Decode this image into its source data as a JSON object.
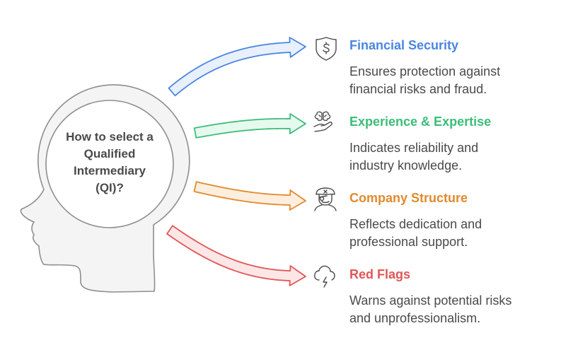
{
  "center": {
    "lines": [
      "How to select a",
      "Qualified",
      "Intermediary",
      "(QI)?"
    ]
  },
  "colors": {
    "blue": "#4a86e0",
    "green": "#3cbd78",
    "orange": "#e08a2e",
    "red": "#e05656",
    "text": "#4a4a4a",
    "head_fill": "#f4f4f4",
    "head_stroke": "#8e8e8e"
  },
  "items": [
    {
      "title": "Financial Security",
      "description": [
        "Ensures protection against",
        "financial risks and fraud."
      ],
      "icon": "shield-dollar-icon",
      "color": "#4a86e0"
    },
    {
      "title": "Experience & Expertise",
      "description": [
        "Indicates reliability and",
        "industry knowledge."
      ],
      "icon": "brain-hand-icon",
      "color": "#3cbd78"
    },
    {
      "title": "Company Structure",
      "description": [
        "Reflects dedication and",
        "professional support."
      ],
      "icon": "pirate-icon",
      "color": "#e08a2e"
    },
    {
      "title": "Red Flags",
      "description": [
        "Warns against potential risks",
        "and unprofessionalism."
      ],
      "icon": "storm-cloud-icon",
      "color": "#e05656"
    }
  ]
}
